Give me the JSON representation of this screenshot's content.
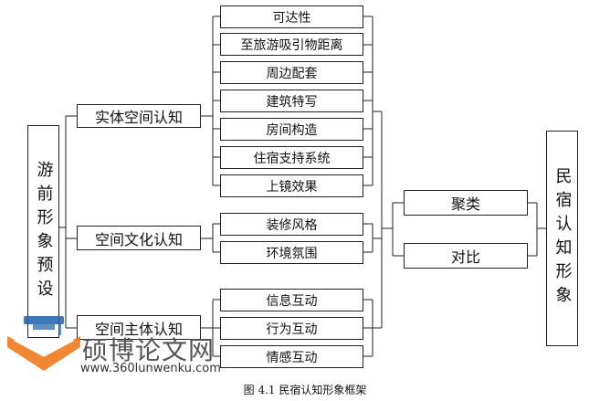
{
  "diagram": {
    "left_node": "游前形象预设",
    "right_node": "民宿认知形象",
    "categories": [
      {
        "label": "实体空间认知",
        "items": [
          "可达性",
          "至旅游吸引物距离",
          "周边配套",
          "建筑特写",
          "房间构造",
          "住宿支持系统",
          "上镜效果"
        ]
      },
      {
        "label": "空间文化认知",
        "items": [
          "装修风格",
          "环境氛围"
        ]
      },
      {
        "label": "空间主体认知",
        "items": [
          "信息互动",
          "行为互动",
          "情感互动"
        ]
      }
    ],
    "methods": [
      "聚类",
      "对比"
    ]
  },
  "caption": "图 4.1  民宿认知形象框架",
  "watermark": {
    "name": "硕博论文网",
    "url": "www.360lunwenku.com"
  },
  "colors": {
    "line": "#222222",
    "logo_orange": "#f07a1c",
    "logo_blue": "#1f5fa8"
  }
}
